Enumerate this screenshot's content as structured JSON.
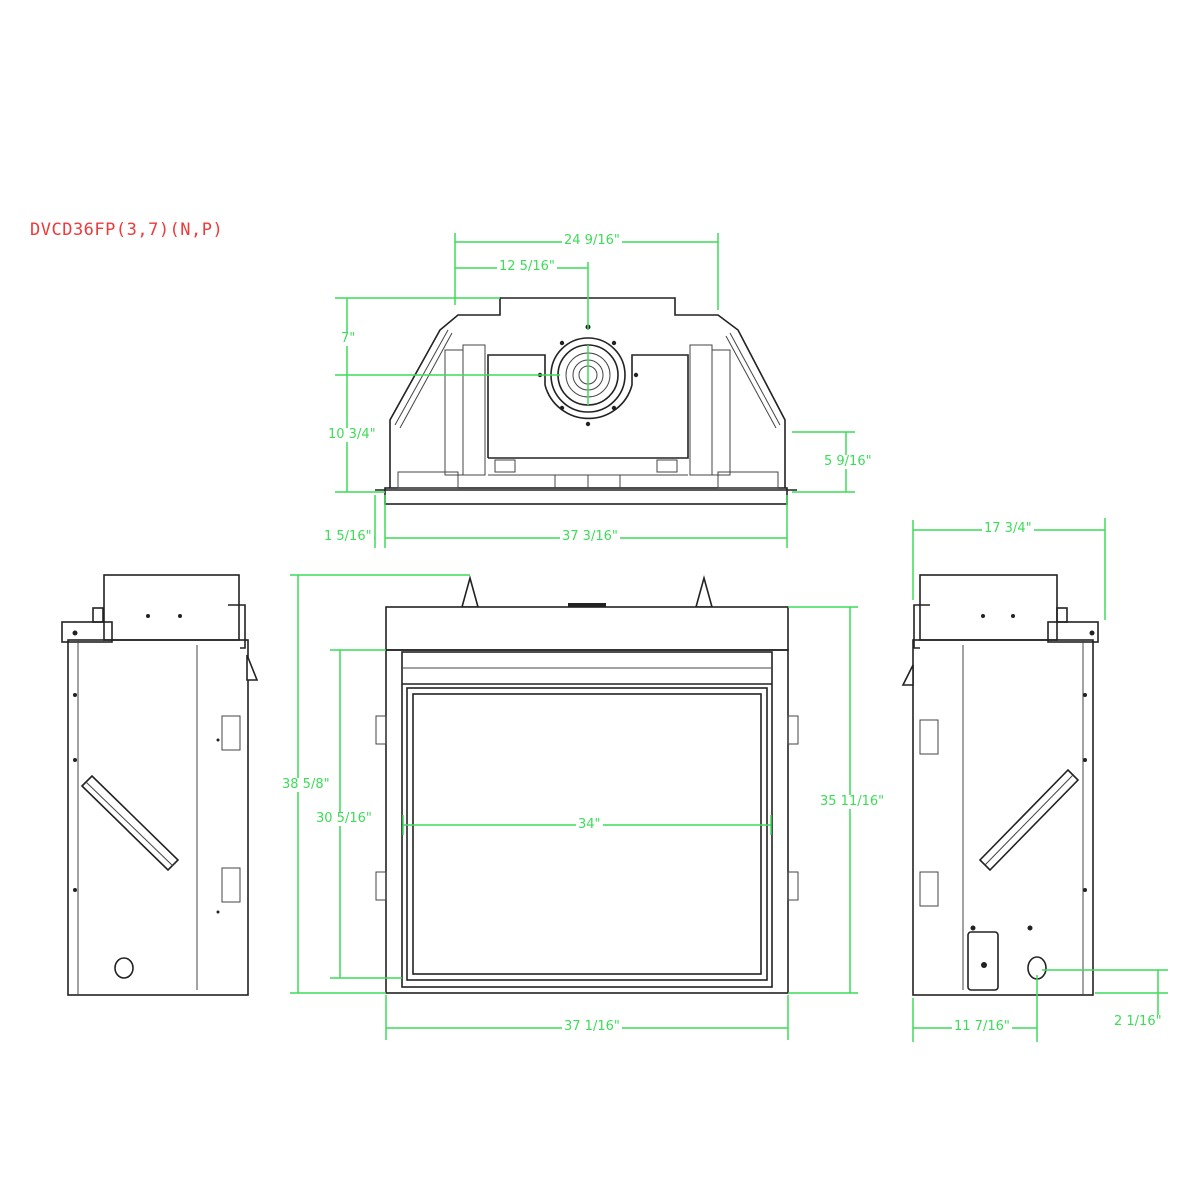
{
  "title": "DVCD36FP(3,7)(N,P)",
  "accent_colors": {
    "title": "#ee3a3a",
    "dimension_lines": "#3ddc58",
    "outline": "#222222"
  },
  "views": {
    "top": {
      "label": "top-view",
      "dimensions": {
        "overall_vent_offset": "24 9/16\"",
        "vent_center_offset": "12 5/16\"",
        "top_height": "7\"",
        "lower_height": "10 3/4\"",
        "side_step_height": "5 9/16\"",
        "flange_offset": "1 5/16\"",
        "overall_width": "37 3/16\""
      }
    },
    "front": {
      "label": "front-view",
      "dimensions": {
        "overall_height": "38 5/8\"",
        "opening_height": "30 5/16\"",
        "glass_width": "34\"",
        "body_height": "35 11/16\"",
        "overall_width": "37 1/16\""
      }
    },
    "left_side": {
      "label": "left-side-view"
    },
    "right_side": {
      "label": "right-side-view",
      "dimensions": {
        "overall_depth": "17 3/4\"",
        "gas_inlet_offset": "11 7/16\"",
        "gas_inlet_height": "2 1/16\""
      }
    }
  }
}
